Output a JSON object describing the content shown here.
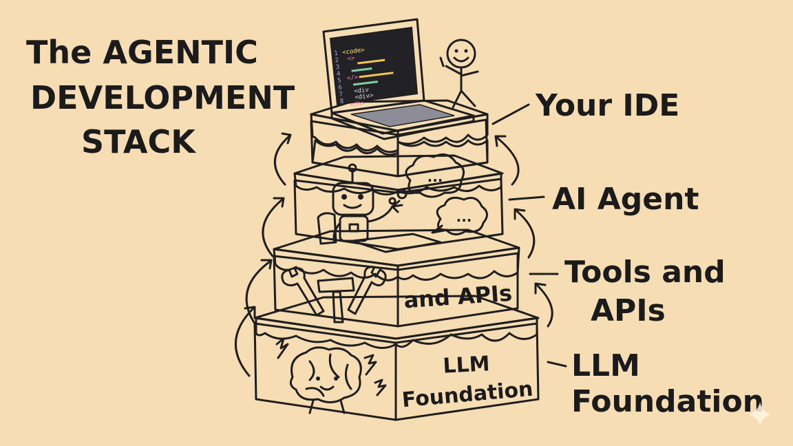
{
  "title": {
    "line1": "The AGENTIC",
    "line2": "DEVELOPMENT",
    "line3": "STACK"
  },
  "layers": [
    {
      "label": "Your IDE"
    },
    {
      "label": "AI Agent"
    },
    {
      "label_line1": "Tools and",
      "label_line2": "APIs"
    },
    {
      "label_line1": "LLM",
      "label_line2": "Foundation"
    }
  ],
  "cake_text": {
    "tools_tier": "and APIs",
    "llm_line1": "LLM",
    "llm_line2": "Foundation"
  },
  "code_lines": [
    "<code>",
    "<>",
    "</>",
    "<div",
    "<div>",
    "</h>"
  ],
  "line_numbers": [
    "1",
    "2",
    "3",
    "4",
    "5",
    "6",
    "7",
    "8"
  ],
  "thought_bubble": "...",
  "colors": {
    "background": "#f7ddb4",
    "pink_icing": "#ef7fae",
    "yellow_icing": "#f8e27a",
    "blue_icing": "#a9dcec",
    "cake_body": "#fbf1e0",
    "brain": "#f3a3a8",
    "robot": "#b8b8c0"
  },
  "icons": [
    "laptop-icon",
    "stick-figure-icon",
    "robot-icon",
    "wrench-icon",
    "hammer-icon",
    "brain-icon",
    "lightning-icon",
    "sparkle-icon"
  ]
}
